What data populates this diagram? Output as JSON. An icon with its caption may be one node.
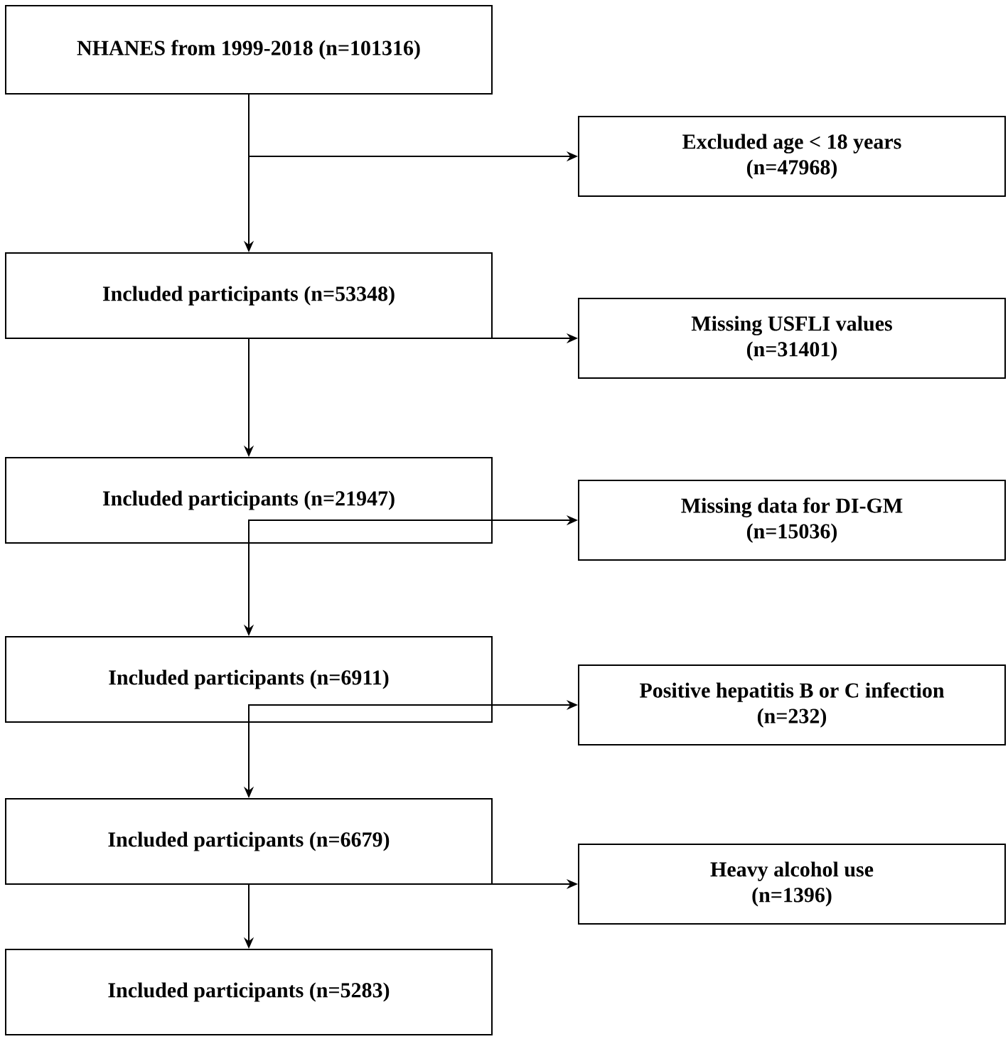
{
  "diagram": {
    "nodes": [
      {
        "text": [
          "NHANES from 1999-2018 (n=101316)"
        ]
      },
      {
        "text": [
          "Excluded age < 18 years",
          "(n=47968)"
        ]
      },
      {
        "text": [
          "Included participants (n=53348)"
        ]
      },
      {
        "text": [
          "Missing USFLI values",
          "(n=31401)"
        ]
      },
      {
        "text": [
          "Included participants (n=21947)"
        ]
      },
      {
        "text": [
          "Missing data for DI-GM",
          "(n=15036)"
        ]
      },
      {
        "text": [
          "Included participants (n=6911)"
        ]
      },
      {
        "text": [
          "Positive hepatitis B or C infection",
          "(n=232)"
        ]
      },
      {
        "text": [
          "Included participants (n=6679)"
        ]
      },
      {
        "text": [
          "Heavy alcohol use",
          "(n=1396)"
        ]
      },
      {
        "text": [
          "Included participants (n=5283)"
        ]
      }
    ],
    "edges": [
      {
        "from": 0,
        "to": 2,
        "arrow": "to"
      },
      {
        "from": 0,
        "to": 1,
        "arrow": "to"
      },
      {
        "from": 2,
        "to": 4,
        "arrow": "to"
      },
      {
        "from": 2,
        "to": 3,
        "arrow": "to"
      },
      {
        "from": 4,
        "to": 6,
        "arrow": "to"
      },
      {
        "from": 4,
        "to": 5,
        "arrow": "to"
      },
      {
        "from": 6,
        "to": 8,
        "arrow": "to"
      },
      {
        "from": 6,
        "to": 7,
        "arrow": "to"
      },
      {
        "from": 8,
        "to": 10,
        "arrow": "to"
      },
      {
        "from": 8,
        "to": 9,
        "arrow": "to"
      }
    ]
  }
}
